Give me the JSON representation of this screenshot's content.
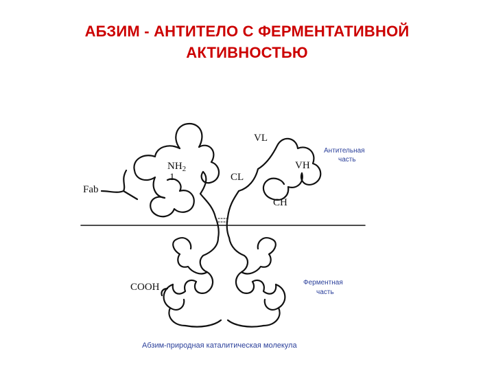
{
  "title": {
    "line1": "АБЗИМ - АНТИТЕЛО С ФЕРМЕНТАТИВНОЙ",
    "line2": "АКТИВНОСТЬЮ"
  },
  "diagram": {
    "labels": {
      "fab": "Fab",
      "nh2": "NH",
      "nh2_sub": "2",
      "one": "1",
      "vl": "VL",
      "vh": "VH",
      "cl": "CL",
      "ch": "CH",
      "cooh": "COOH"
    },
    "antibody_part": {
      "line1": "Антительная",
      "line2": "часть"
    },
    "enzyme_part": {
      "line1": "Ферментная",
      "line2": "часть"
    }
  },
  "caption": "Абзим-природная каталитическая молекула",
  "colors": {
    "title": "#cc0000",
    "annotation": "#2a3f9a",
    "lines": "#111111"
  }
}
